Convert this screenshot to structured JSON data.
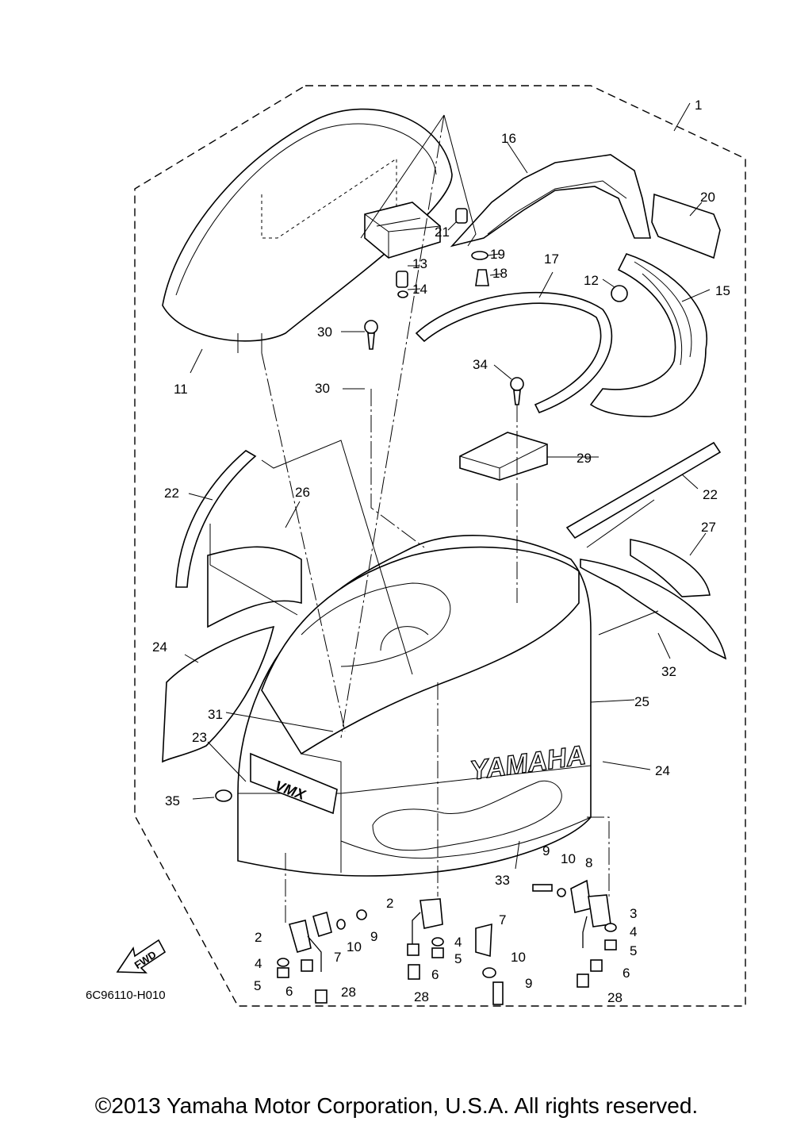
{
  "diagram": {
    "drawing_code": "6C96110-H010",
    "fwd_arrow_text": "FWD",
    "brand_decal_text": "YAMAHA",
    "callouts": [
      "1",
      "16",
      "20",
      "21",
      "19",
      "18",
      "13",
      "14",
      "17",
      "12",
      "15",
      "11",
      "30",
      "34",
      "30",
      "29",
      "22",
      "26",
      "22",
      "27",
      "24",
      "32",
      "25",
      "31",
      "23",
      "24",
      "35",
      "33",
      "9",
      "10",
      "8",
      "3",
      "4",
      "5",
      "6",
      "28",
      "2",
      "7",
      "10",
      "9",
      "4",
      "5",
      "6",
      "28",
      "2",
      "4",
      "5",
      "6",
      "28",
      "7",
      "10",
      "9"
    ]
  },
  "footer": {
    "copyright": "©2013 Yamaha Motor Corporation, U.S.A. All rights reserved."
  }
}
